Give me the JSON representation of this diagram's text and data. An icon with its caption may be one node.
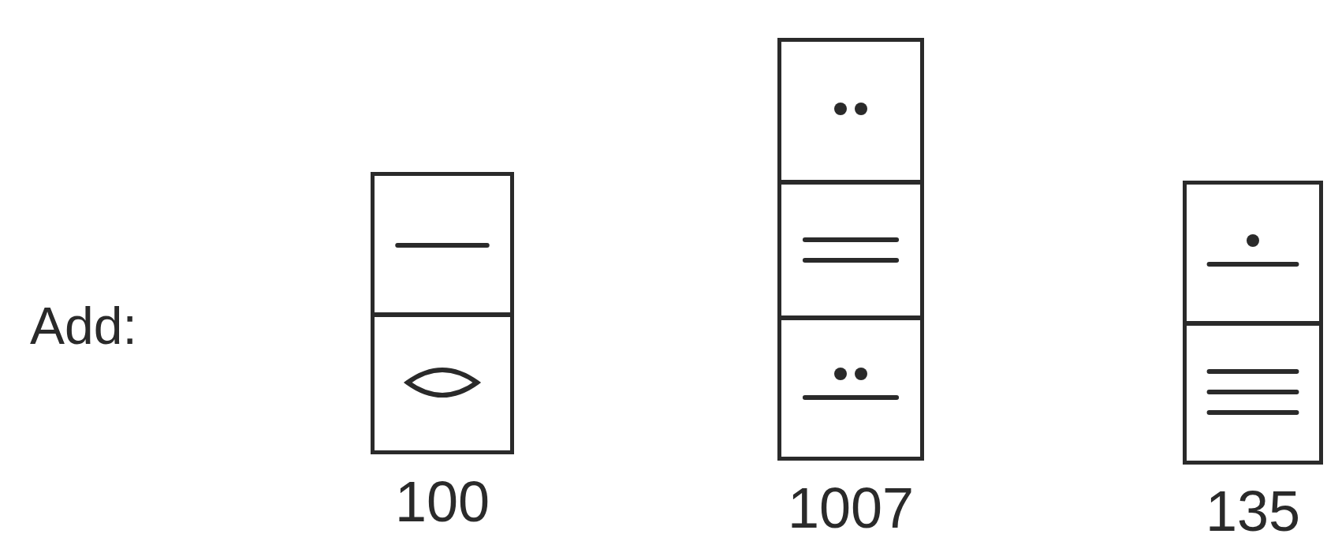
{
  "diagram": {
    "nodes": [
      {
        "text": [],
        "shape": "box",
        "beside": [
          "100"
        ]
      },
      {
        "text": [],
        "shape": "box",
        "beside": [
          "1007"
        ]
      },
      {
        "text": [],
        "shape": "box",
        "beside": [
          "135"
        ]
      }
    ],
    "labels": [
      "Add:"
    ]
  }
}
